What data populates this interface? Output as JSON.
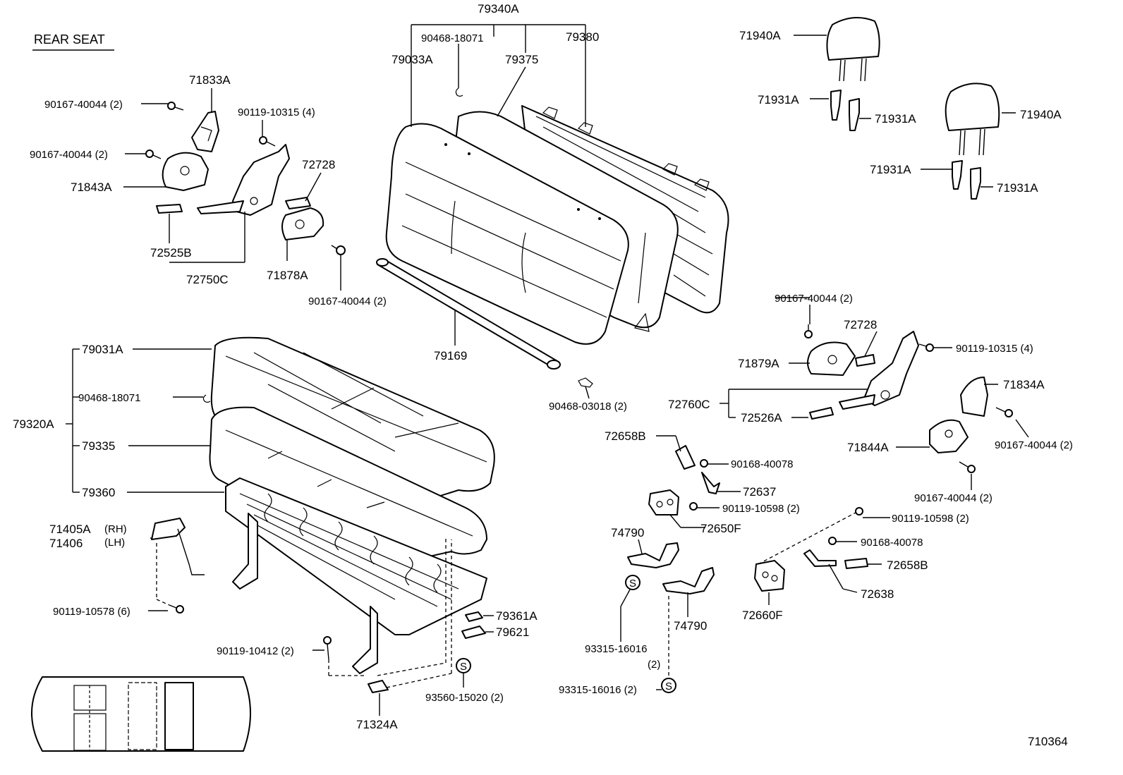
{
  "title": "REAR SEAT",
  "diagram_id": "710364",
  "labels": {
    "p79340A": "79340A",
    "p90468_18071_top": "90468-18071",
    "p79033A": "79033A",
    "p79375": "79375",
    "p79380": "79380",
    "p71940A_1": "71940A",
    "p71931A_1": "71931A",
    "p71931A_2": "71931A",
    "p71940A_2": "71940A",
    "p71931A_3": "71931A",
    "p71931A_4": "71931A",
    "p90167_1": "90167-40044 (2)",
    "p71833A": "71833A",
    "p90119_10315_L": "90119-10315 (4)",
    "p90167_2": "90167-40044 (2)",
    "p71843A": "71843A",
    "p72728_L": "72728",
    "p72525B": "72525B",
    "p72750C": "72750C",
    "p71878A": "71878A",
    "p90167_3": "90167-40044 (2)",
    "p79169": "79169",
    "p90468_03018": "90468-03018 (2)",
    "p90167_4": "90167-40044 (2)",
    "p72728_R": "72728",
    "p90119_10315_R": "90119-10315 (4)",
    "p71879A": "71879A",
    "p72760C": "72760C",
    "p72526A": "72526A",
    "p71834A": "71834A",
    "p71844A": "71844A",
    "p90167_5": "90167-40044 (2)",
    "p90167_6": "90167-40044 (2)",
    "p79031A": "79031A",
    "p90468_18071_L": "90468-18071",
    "p79320A": "79320A",
    "p79335": "79335",
    "p79360": "79360",
    "p71405A": "71405A",
    "p71406": "71406",
    "p_rh": "(RH)",
    "p_lh": "(LH)",
    "p90119_10578": "90119-10578 (6)",
    "p90119_10412": "90119-10412 (2)",
    "p79361A": "79361A",
    "p79621": "79621",
    "p93560": "93560-15020 (2)",
    "p71324A": "71324A",
    "p72658B_1": "72658B",
    "p90168_40078_1": "90168-40078",
    "p72637": "72637",
    "p90119_10598_1": "90119-10598 (2)",
    "p72650F": "72650F",
    "p74790_1": "74790",
    "p74790_2": "74790",
    "p93315_1a": "93315-16016",
    "p93315_1b": "(2)",
    "p93315_2": "93315-16016 (2)",
    "p90119_10598_2": "90119-10598 (2)",
    "p90168_40078_2": "90168-40078",
    "p72658B_2": "72658B",
    "p72638": "72638",
    "p72660F": "72660F",
    "s_symbol": "S"
  }
}
